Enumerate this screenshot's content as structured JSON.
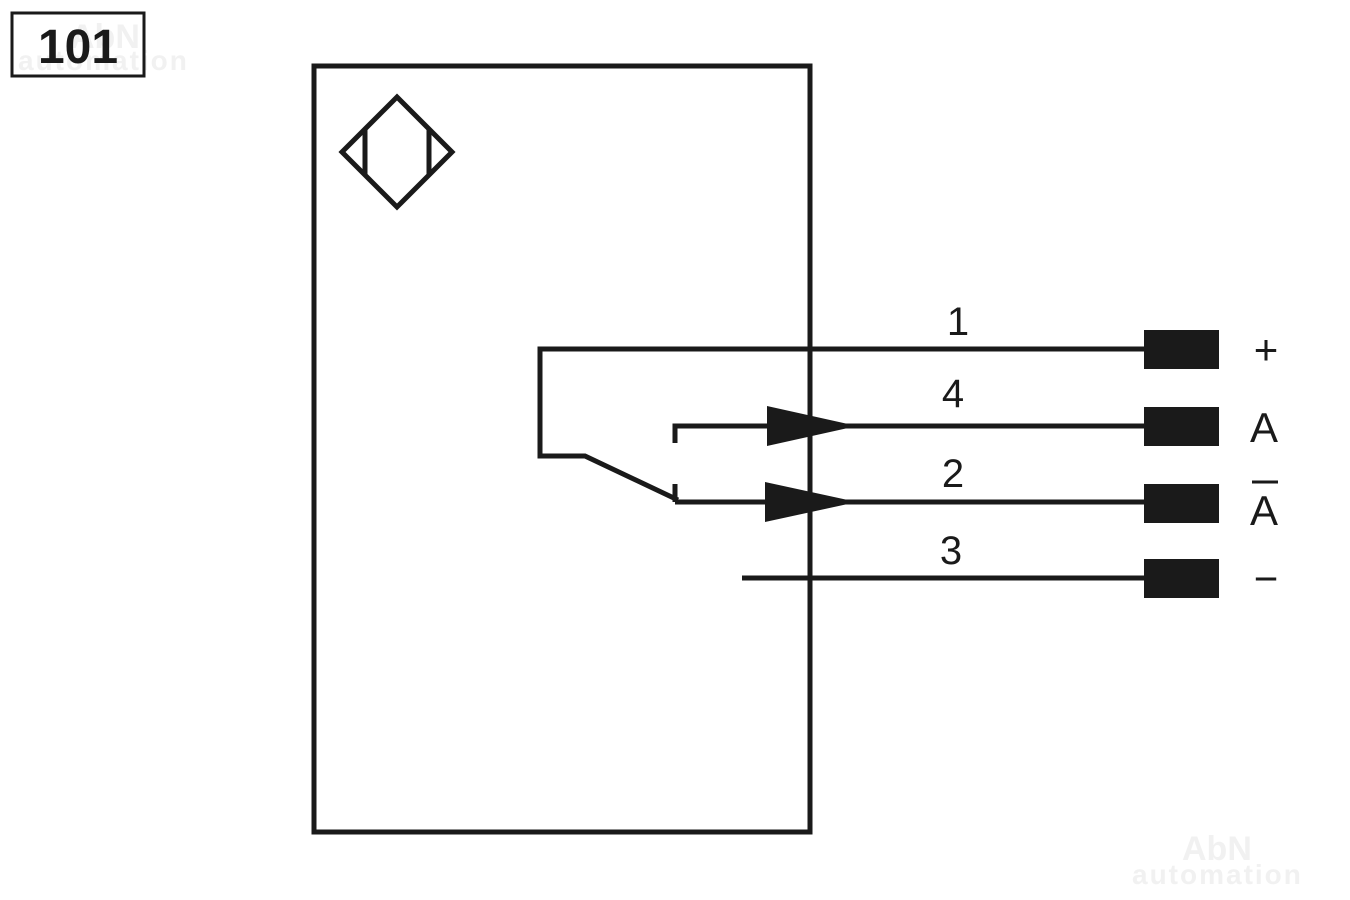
{
  "badge": {
    "text": "101"
  },
  "watermark": {
    "brand": "AbN",
    "tagline": "automation"
  },
  "wires": [
    {
      "number": "1",
      "label": "+"
    },
    {
      "number": "4",
      "label": "A"
    },
    {
      "number": "2",
      "label": "A"
    },
    {
      "number": "3",
      "label": "−"
    }
  ],
  "colors": {
    "ink": "#1a1a1a",
    "watermark": "#f1f1f1"
  }
}
